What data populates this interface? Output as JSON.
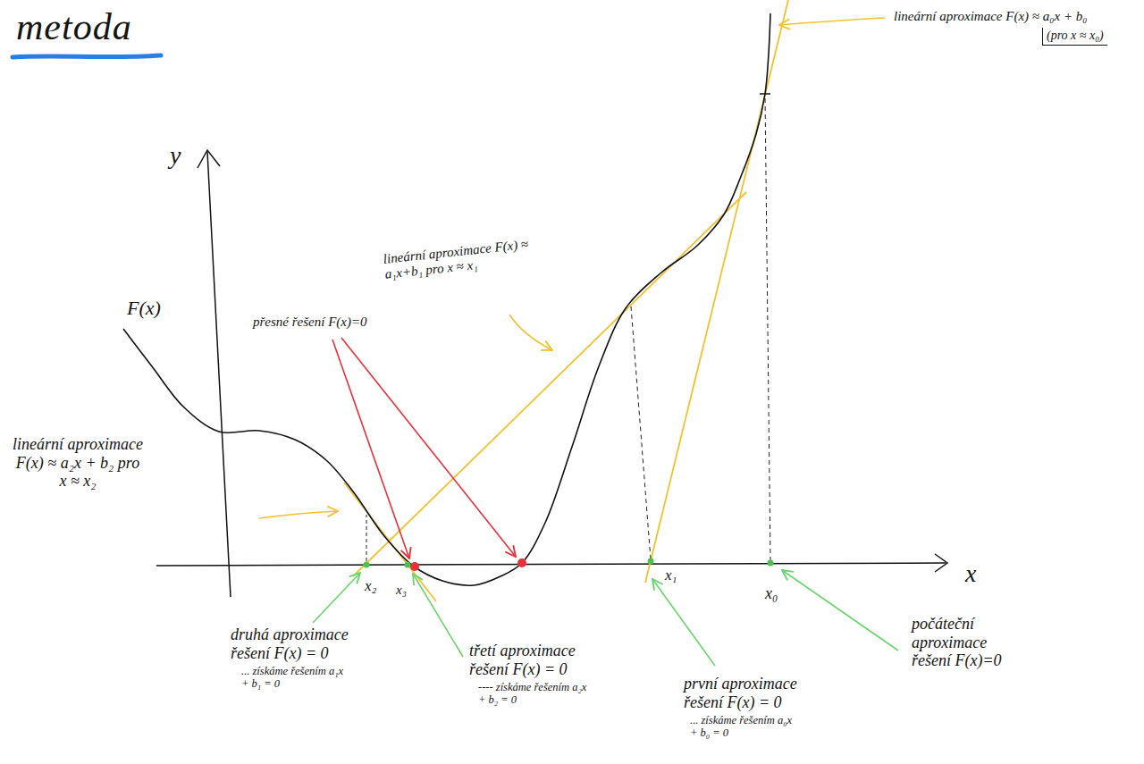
{
  "diagram": {
    "title": "metoda",
    "labels": [
      "lineární aproximace F(x) ≈ a₀x + b₀",
      "(pro x ≈ x₀)",
      "y",
      "lineární aproximace F(x) ≈ a₁x+b₁ pro x ≈ x₁",
      "F(x)",
      "přesné řešení F(x)=0",
      "lineární aproximace F(x) ≈ a₂x + b₂ pro x ≈ x₂",
      "x₂",
      "x₃",
      "x₁",
      "x₀",
      "x",
      "druhá aproximace řešení F(x) = 0",
      "... získáme řešením a₁x + b₁ = 0",
      "třetí aproximace řešení F(x) = 0",
      "---- získáme řešením a₂x + b₂ = 0",
      "první aproximace řešení F(x) = 0",
      "... získáme řešením a₀x + b₀ = 0",
      "počáteční aproximace řešení F(x)=0"
    ]
  }
}
